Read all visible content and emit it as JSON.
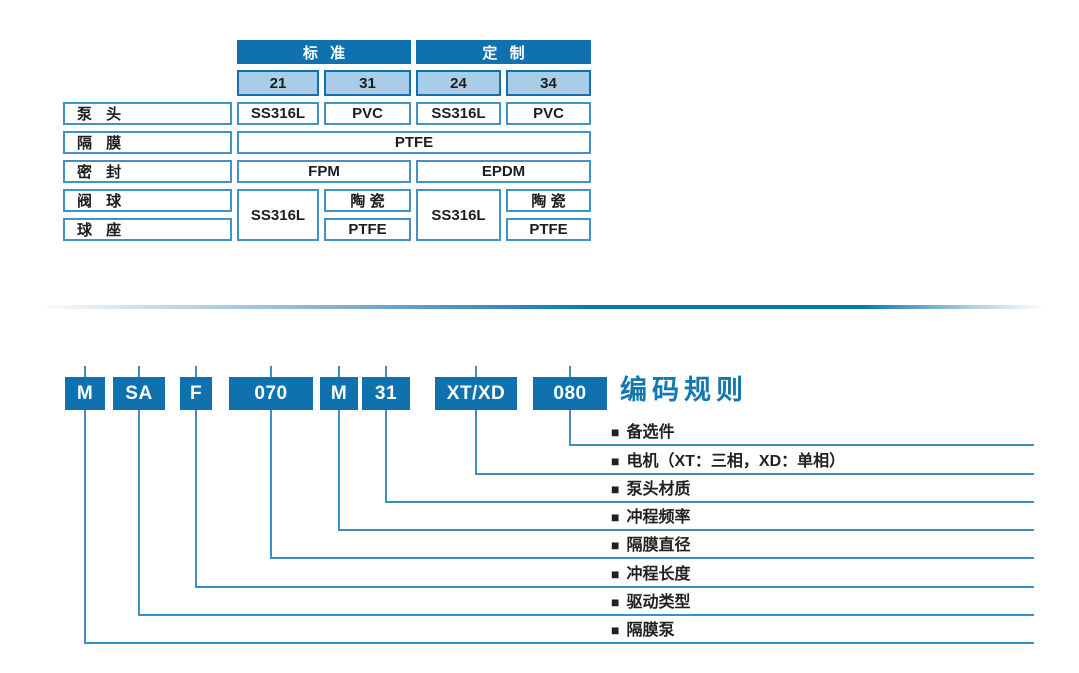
{
  "colors": {
    "primary_blue": "#0f72ae",
    "light_blue_fill": "#a8cde9",
    "cell_border_blue": "#4193c6",
    "connector_line_blue": "#3d90c4",
    "title_blue": "#1377b1",
    "text_dark": "#231f20"
  },
  "materials_table": {
    "group_headers": [
      "标 准",
      "定 制"
    ],
    "code_headers": [
      "21",
      "31",
      "24",
      "34"
    ],
    "row_labels": [
      "泵 头",
      "隔 膜",
      "密 封",
      "阀 球",
      "球 座"
    ],
    "pump_head": [
      "SS316L",
      "PVC",
      "SS316L",
      "PVC"
    ],
    "diaphragm": "PTFE",
    "seal": [
      "FPM",
      "EPDM"
    ],
    "valve": {
      "col21": "SS316L",
      "col31_ball": "陶 瓷",
      "col31_seat": "PTFE",
      "col24": "SS316L",
      "col34_ball": "陶 瓷",
      "col34_seat": "PTFE"
    }
  },
  "coding": {
    "title": "编码规则",
    "segments": [
      "M",
      "SA",
      "F",
      "070",
      "M",
      "31",
      "XT/XD",
      "080"
    ],
    "bullet": "■",
    "legend": [
      "备选件",
      "电机（XT：三相，XD：单相）",
      "泵头材质",
      "冲程频率",
      "隔膜直径",
      "冲程长度",
      "驱动类型",
      "隔膜泵"
    ]
  }
}
